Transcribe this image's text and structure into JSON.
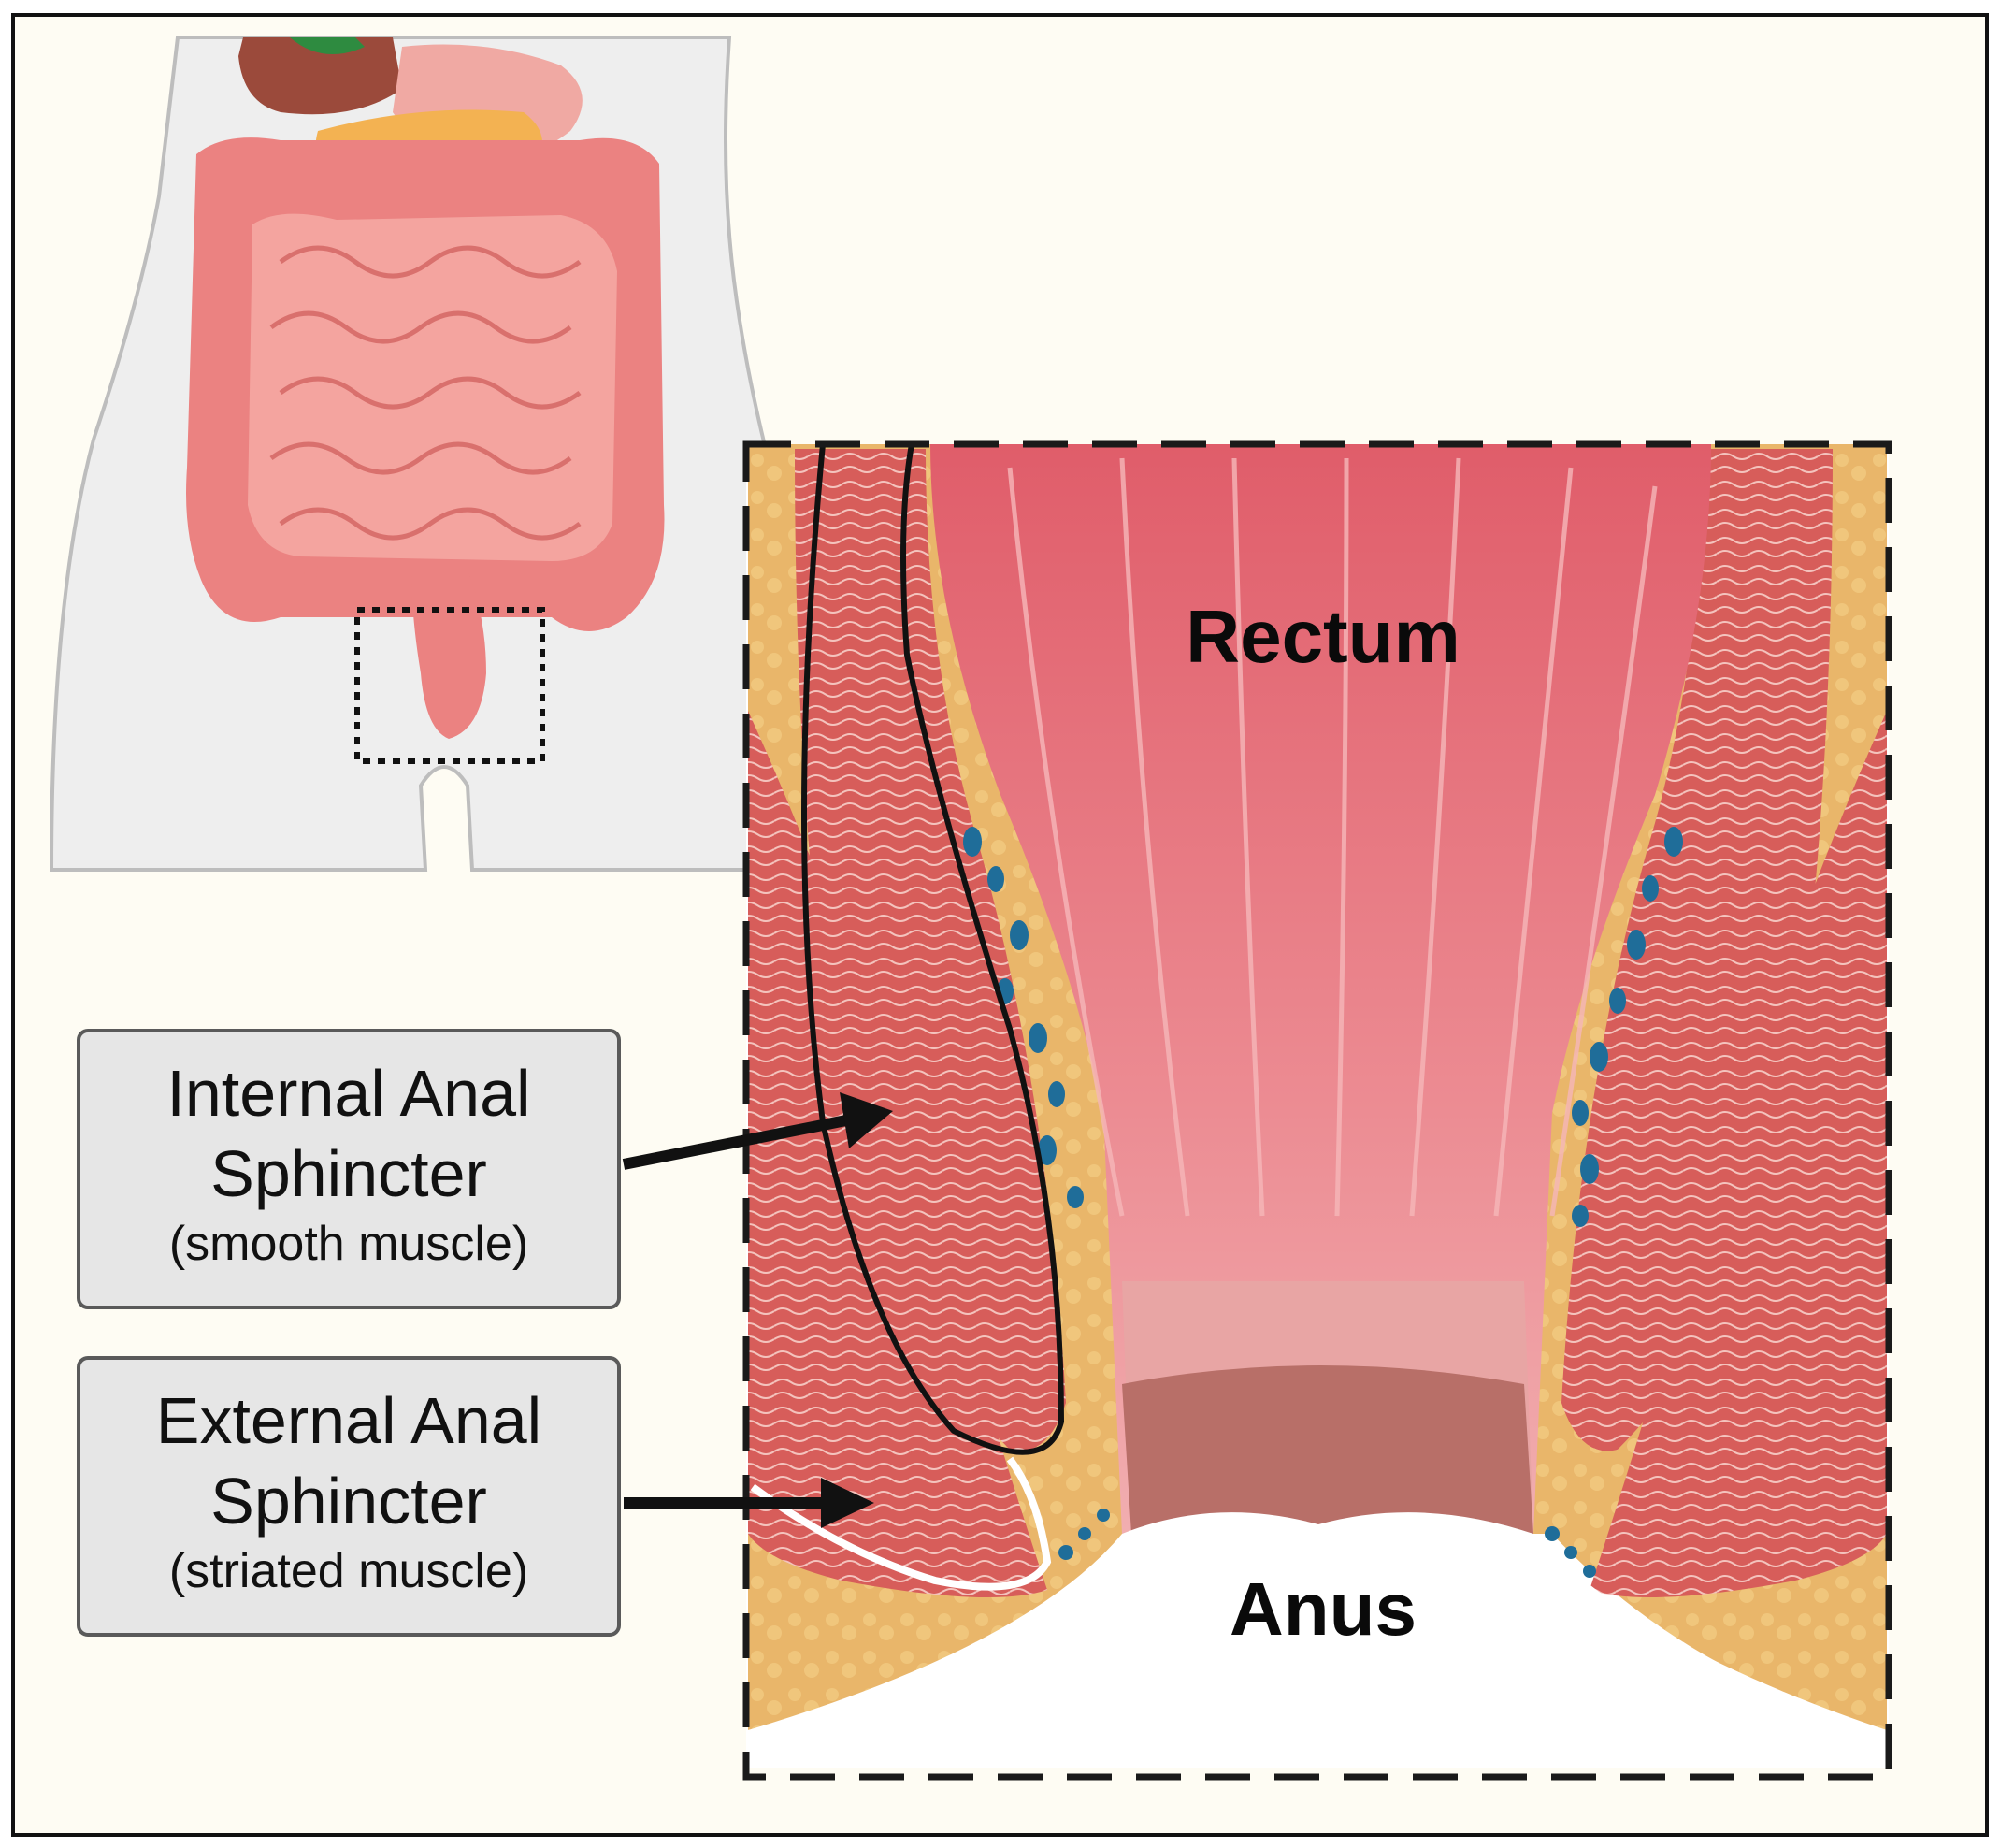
{
  "callouts": {
    "internal": {
      "line1": "Internal Anal",
      "line2": "Sphincter",
      "line3": "(smooth muscle)"
    },
    "external": {
      "line1": "External Anal",
      "line2": "Sphincter",
      "line3": "(striated muscle)"
    }
  },
  "regions": {
    "rectum": "Rectum",
    "anus": "Anus"
  },
  "colors": {
    "background": "#fefcf3",
    "muscle": "#d8615c",
    "fat": "#e7b56a",
    "mucosa": "#e9838a",
    "vessels": "#1f6d99",
    "body_outline": "#ececec"
  }
}
